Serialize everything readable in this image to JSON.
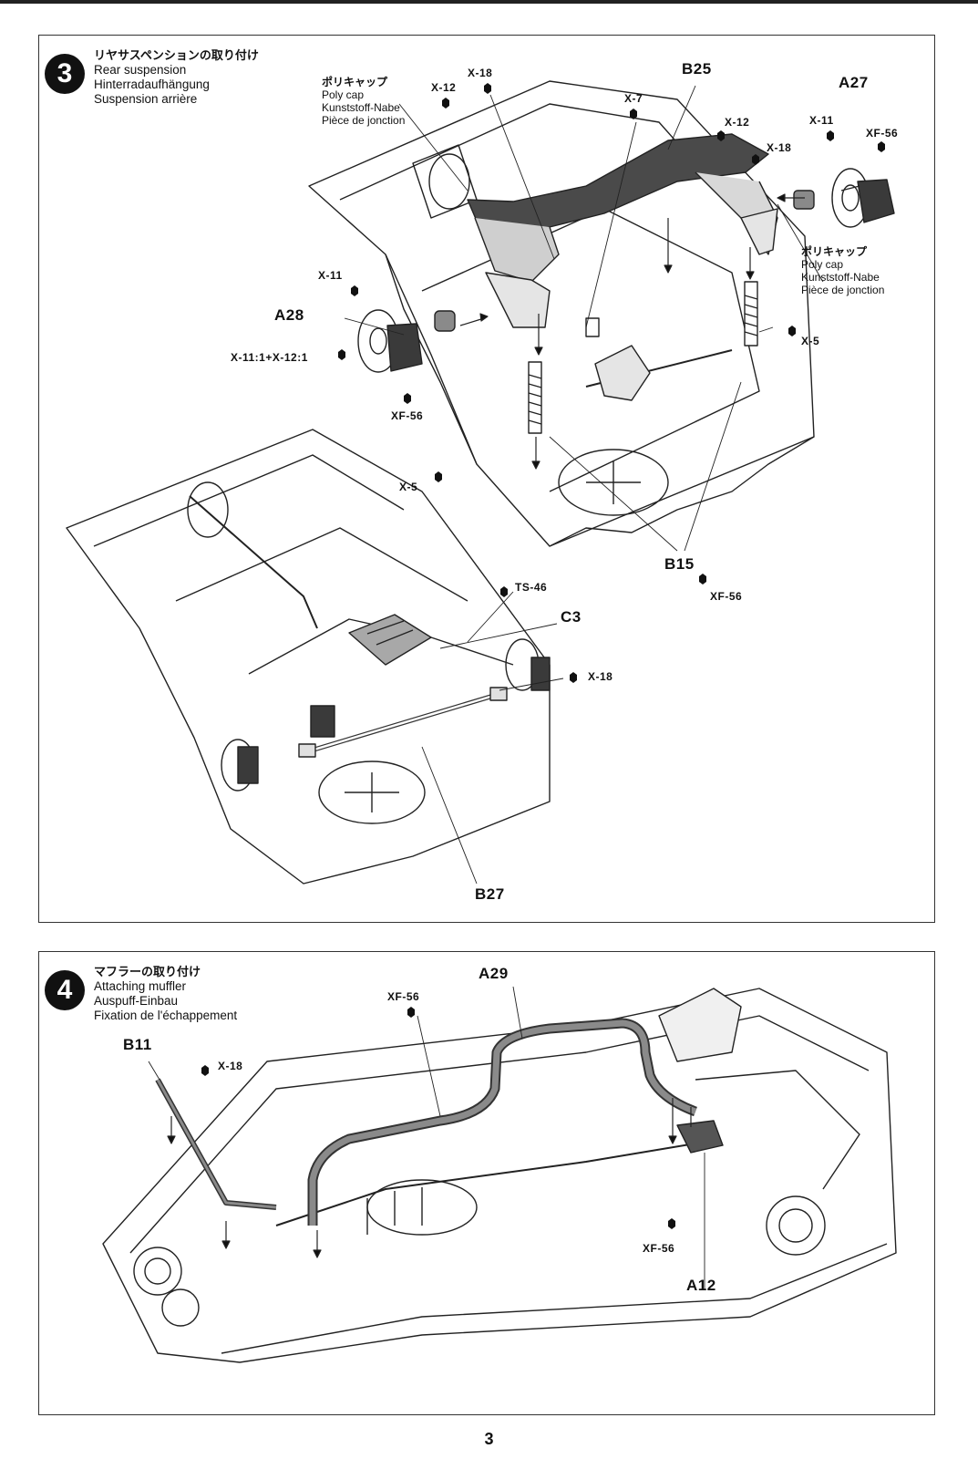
{
  "page_number": "3",
  "step3": {
    "number": "3",
    "title_jp": "リヤサスペンションの取り付け",
    "title_en": "Rear suspension",
    "title_de": "Hinterradaufhängung",
    "title_fr": "Suspension arrière",
    "polycap_left": {
      "jp": "ポリキャップ",
      "en": "Poly cap",
      "de": "Kunststoff-Nabe",
      "fr": "Pièce de jonction"
    },
    "polycap_right": {
      "jp": "ポリキャップ",
      "en": "Poly cap",
      "de": "Kunststoff-Nabe",
      "fr": "Pièce de jonction"
    },
    "labels": {
      "x18_top": "X-18",
      "x12_top": "X-12",
      "x7": "X-7",
      "b25": "B25",
      "x12_right": "X-12",
      "x18_right": "X-18",
      "a27": "A27",
      "x11_right": "X-11",
      "xf56_right": "XF-56",
      "x11_left": "X-11",
      "a28": "A28",
      "mix": "X-11:1+X-12:1",
      "xf56_left": "XF-56",
      "x5_right": "X-5",
      "x5_left": "X-5",
      "b15": "B15",
      "xf56_b15": "XF-56",
      "ts46": "TS-46",
      "c3": "C3",
      "x18_bar": "X-18",
      "b27": "B27"
    }
  },
  "step4": {
    "number": "4",
    "title_jp": "マフラーの取り付け",
    "title_en": "Attaching muffler",
    "title_de": "Auspuff-Einbau",
    "title_fr": "Fixation de l'échappement",
    "labels": {
      "xf56_top": "XF-56",
      "a29": "A29",
      "b11": "B11",
      "x18": "X-18",
      "xf56_bottom": "XF-56",
      "a12": "A12"
    }
  },
  "colors": {
    "line": "#222222",
    "part_dark": "#3a3a3a",
    "part_mid": "#7a7a7a",
    "chassis": "#ffffff"
  }
}
